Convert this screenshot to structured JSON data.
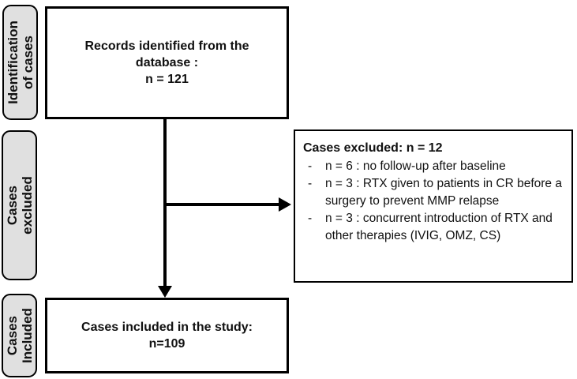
{
  "stages": {
    "identification": {
      "label": "Identification\nof cases"
    },
    "excluded": {
      "label": "Cases excluded"
    },
    "included": {
      "label": "Cases\nIncluded"
    }
  },
  "boxes": {
    "records": {
      "text": "Records identified from the\ndatabase :\nn = 121"
    },
    "excluded": {
      "title": "Cases excluded: n = 12",
      "bullet": "-",
      "items": [
        "n = 6 : no follow-up after baseline",
        "n = 3 : RTX given to patients in CR before a surgery to prevent MMP relapse",
        "n = 3 : concurrent introduction of RTX and other therapies (IVIG, OMZ, CS)"
      ]
    },
    "included": {
      "text": "Cases included in the study:\nn=109"
    }
  },
  "colors": {
    "stage_label_fill": "#e0e0e0",
    "border": "#000000",
    "arrow": "#000000"
  }
}
